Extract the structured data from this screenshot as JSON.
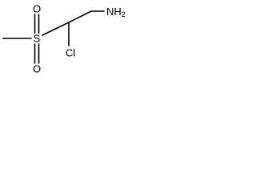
{
  "molecule": {
    "atoms": {
      "sulfur": "S",
      "oxygen_top": "O",
      "oxygen_bottom": "O",
      "chlorine": "Cl",
      "amine": "NH2"
    }
  }
}
